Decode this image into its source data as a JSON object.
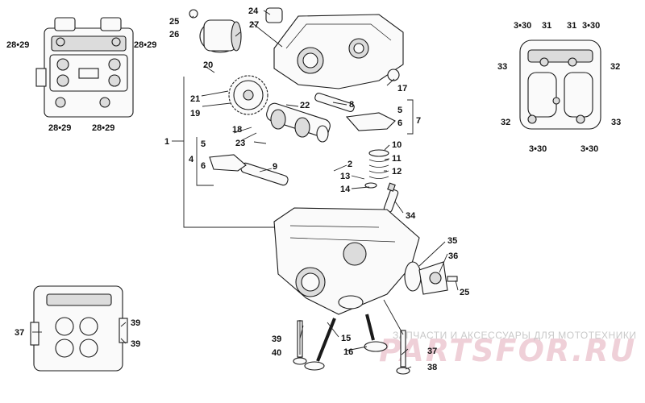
{
  "watermark": {
    "tagline": "ЗАПЧАСТИ И АКСЕССУАРЫ ДЛЯ МОТОТЕХНИКИ",
    "logo": "PARTSFOR.RU"
  },
  "callouts": {
    "c1": "1",
    "c2": "2",
    "c4": "4",
    "c5a": "5",
    "c5b": "5",
    "c6a": "6",
    "c6b": "6",
    "c7": "7",
    "c8": "8",
    "c9": "9",
    "c10": "10",
    "c11": "11",
    "c12": "12",
    "c13": "13",
    "c14": "14",
    "c15": "15",
    "c16": "16",
    "c17": "17",
    "c18": "18",
    "c19": "19",
    "c20": "20",
    "c21": "21",
    "c22": "22",
    "c23": "23",
    "c24": "24",
    "c25a": "25",
    "c25b": "25",
    "c26": "26",
    "c27": "27",
    "c2829a": "28•29",
    "c2829b": "28•29",
    "c2829c": "28•29",
    "c2829d": "28•29",
    "c330a": "3•30",
    "c330b": "3•30",
    "c330c": "3•30",
    "c330d": "3•30",
    "c31a": "31",
    "c31b": "31",
    "c32a": "32",
    "c32b": "32",
    "c33a": "33",
    "c33b": "33",
    "c34": "34",
    "c35": "35",
    "c36": "36",
    "c37a": "37",
    "c37b": "37",
    "c38": "38",
    "c39a": "39",
    "c39b": "39",
    "c39c": "39",
    "c40": "40"
  }
}
